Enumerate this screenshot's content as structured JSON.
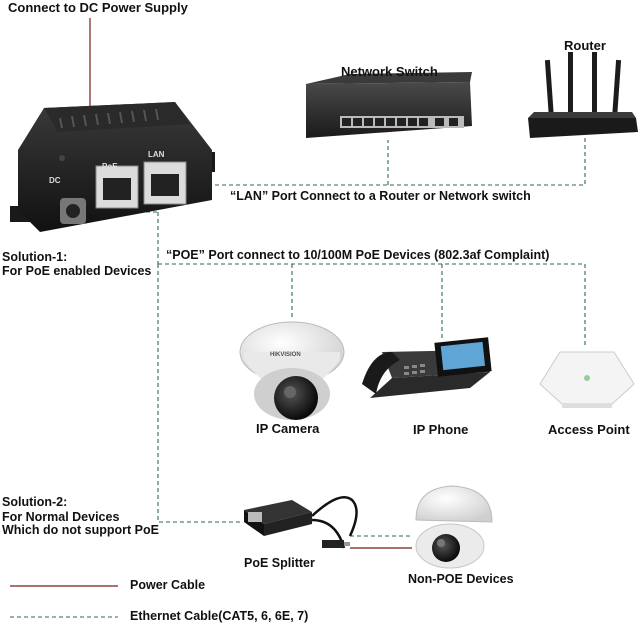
{
  "top_label": "Connect to DC Power Supply",
  "injector": {
    "dc_label": "DC",
    "poe_label": "PoE",
    "lan_label": "LAN"
  },
  "switch_label": "Network Switch",
  "router_label": "Router",
  "lan_caption": "“LAN” Port Connect to a Router or Network switch",
  "solution1": {
    "line1": "Solution-1:",
    "line2": "For PoE enabled Devices"
  },
  "poe_caption": "“POE” Port connect to 10/100M PoE Devices (802.3af Complaint)",
  "camera_brand": "HIKVISION",
  "devices": {
    "camera": "IP Camera",
    "phone": "IP Phone",
    "ap": "Access Point"
  },
  "solution2": {
    "line1": "Solution-2:",
    "line2": "For Normal Devices",
    "line3": "Which do not support PoE"
  },
  "splitter_label": "PoE Splitter",
  "nonpoe_label": "Non-POE Devices",
  "legend": {
    "power": "Power Cable",
    "ethernet": "Ethernet Cable(CAT5, 6, 6E, 7)"
  },
  "colors": {
    "power_cable": "#7a1c1c",
    "ethernet_cable": "#2e6b4f"
  },
  "icons": [
    "poe-injector-icon",
    "network-switch-icon",
    "router-icon",
    "dome-camera-icon",
    "ip-phone-icon",
    "access-point-icon",
    "poe-splitter-icon",
    "turret-camera-icon"
  ]
}
